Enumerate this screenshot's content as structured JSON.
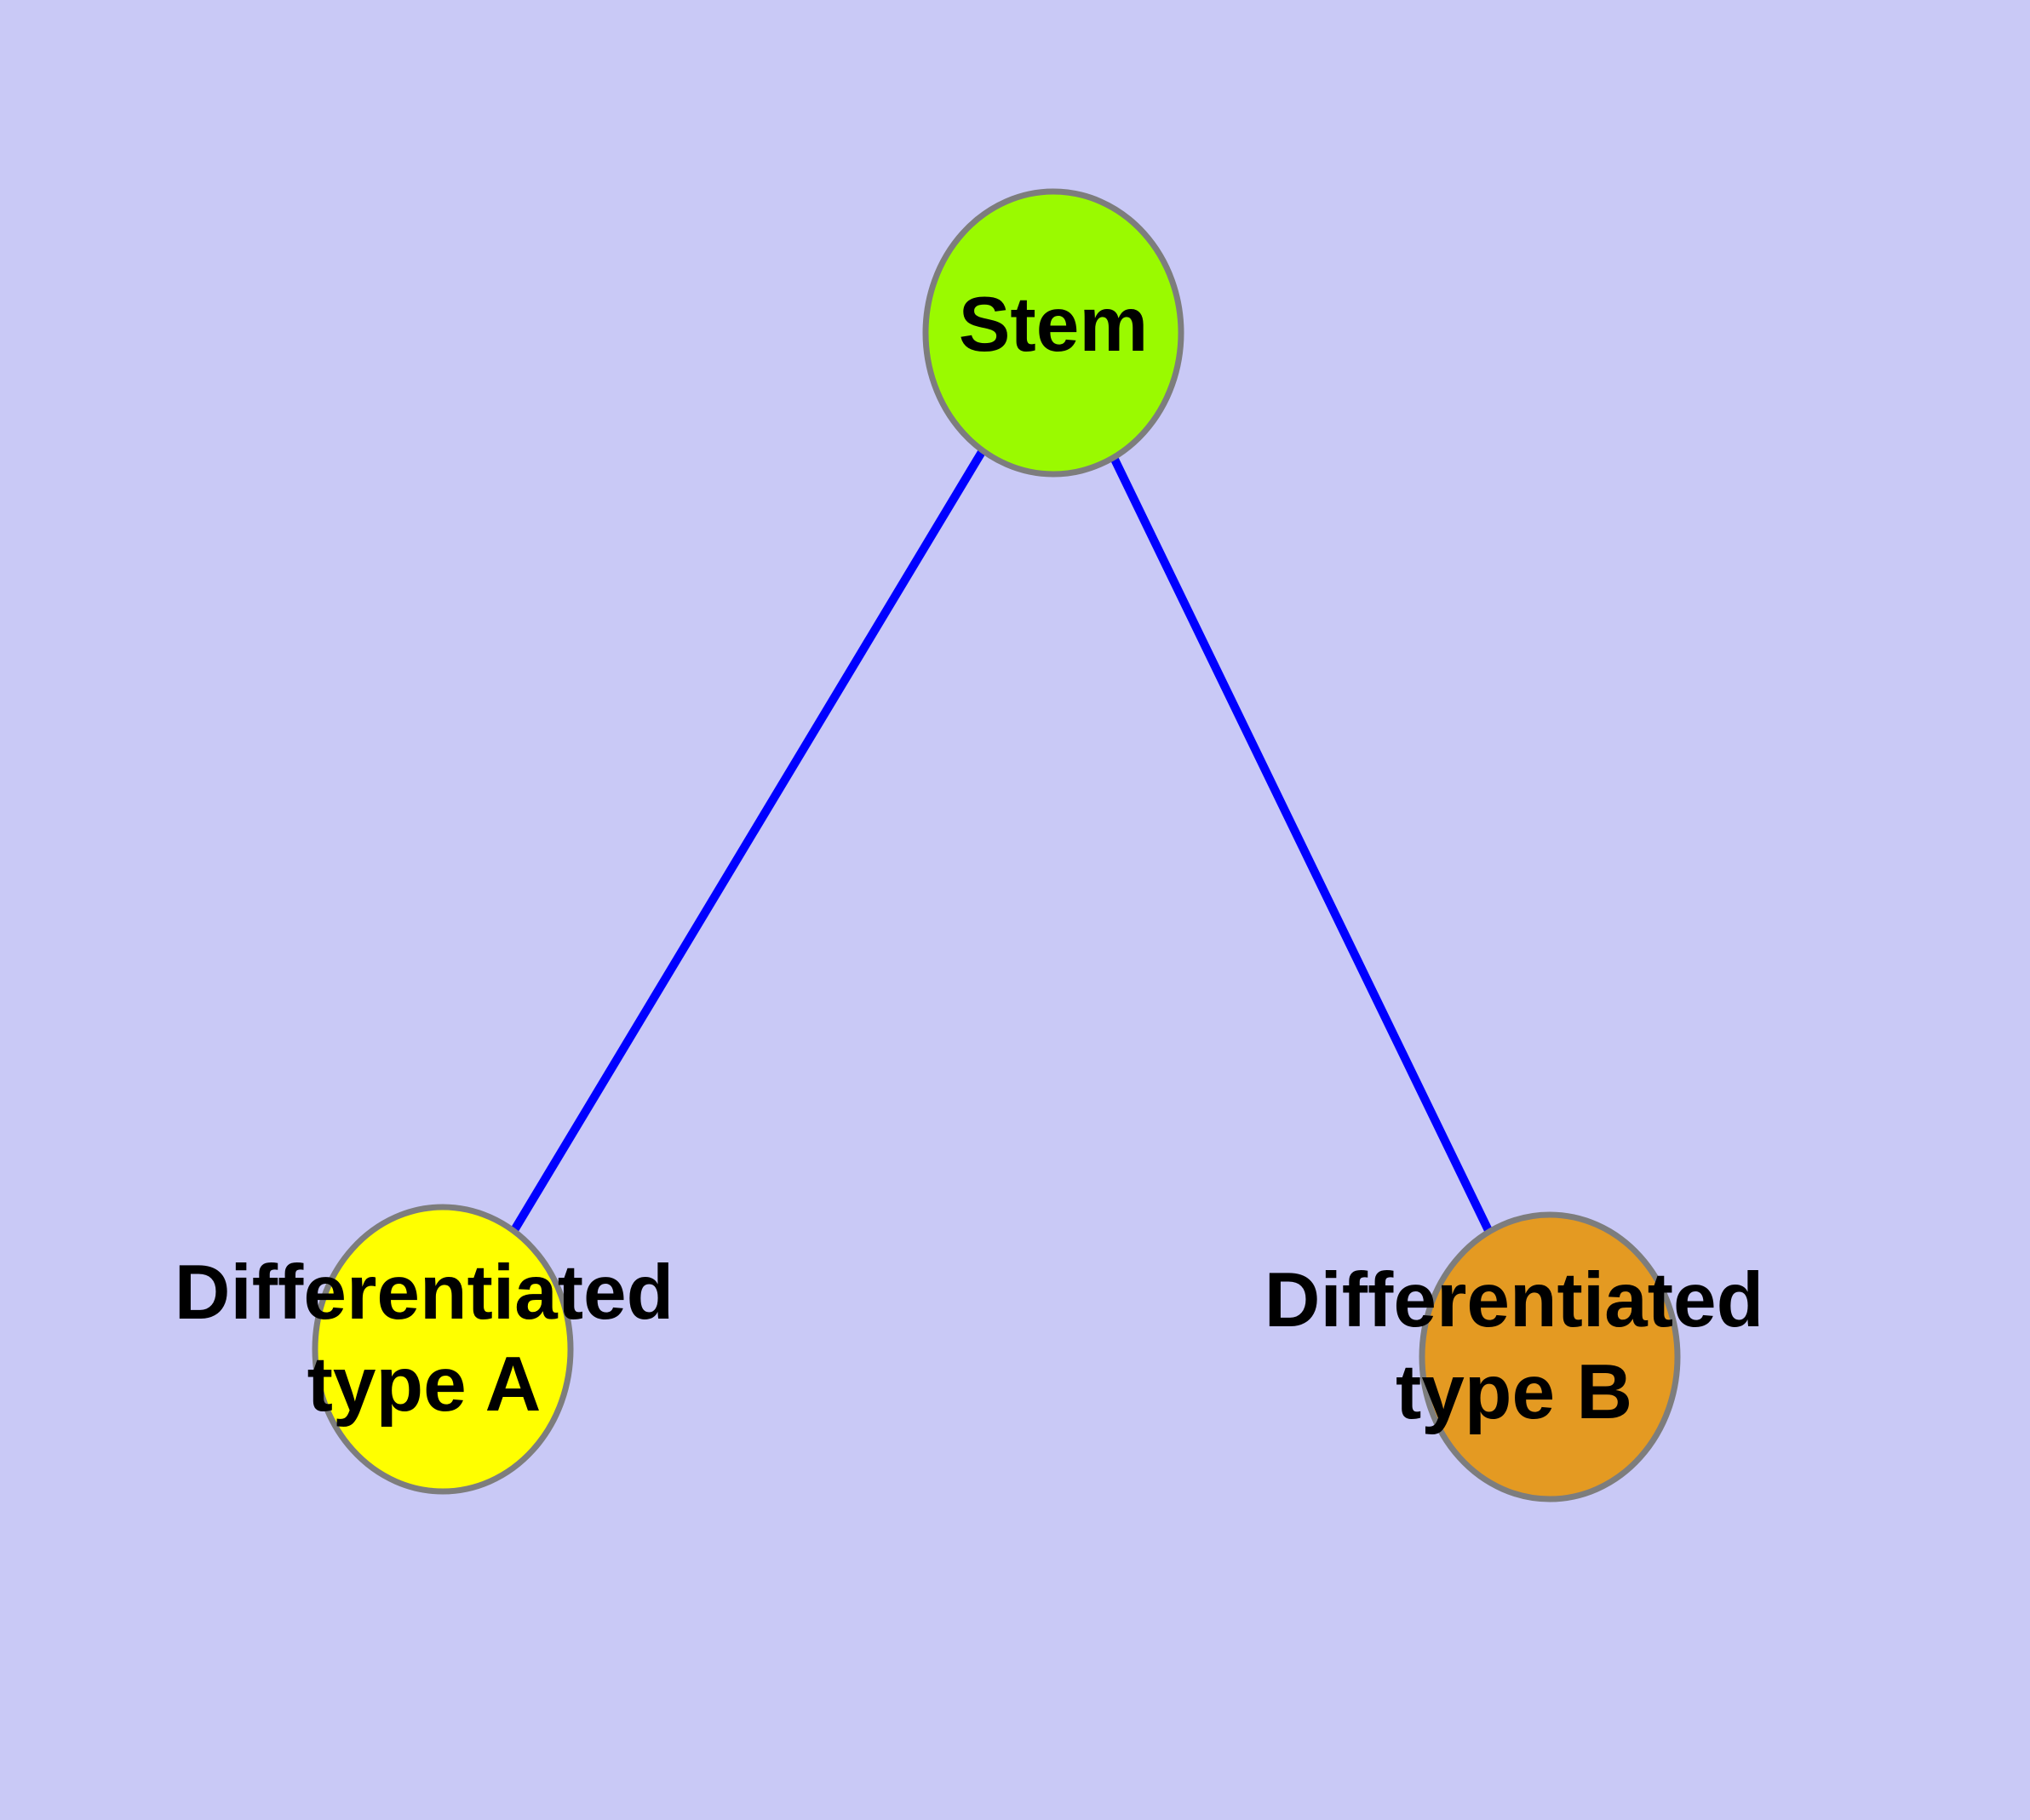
{
  "diagram": {
    "type": "graph",
    "background_color": "#C9C9F6",
    "edge_color": "#0000FF",
    "node_border_color": "#7D7D7D",
    "label_color": "#000000",
    "nodes": [
      {
        "id": "stem",
        "label": "Stem",
        "fill": "#9AFA00"
      },
      {
        "id": "differentiated-type-a",
        "label_line1": "Differentiated",
        "label_line2": "type A",
        "fill": "#FFFF00"
      },
      {
        "id": "differentiated-type-b",
        "label_line1": "Differentiated",
        "label_line2": "type B",
        "fill": "#E49A22"
      }
    ],
    "edges": [
      {
        "from": "Stem",
        "to": "Differentiated type A"
      },
      {
        "from": "Stem",
        "to": "Differentiated type B"
      }
    ]
  }
}
